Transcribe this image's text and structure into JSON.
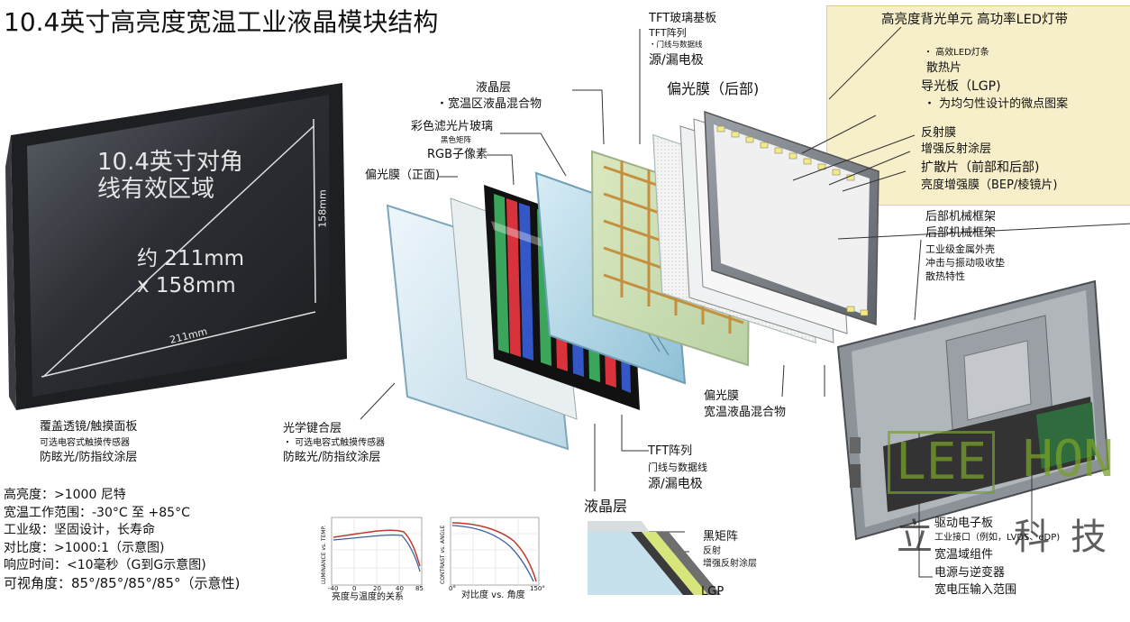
{
  "title": "10.4英寸高亮度宽温工业液晶模块结构",
  "monitor": {
    "diag_l1": "10.4英寸对角",
    "diag_l2": "线有效区域",
    "size_l1": "约 211mm",
    "size_l2": "x 158mm",
    "dim_h": "158mm",
    "dim_w": "211mm"
  },
  "callout": {
    "heading": "高亮度背光单元 高功率LED灯带",
    "lines": [
      "・ 高效LED灯条",
      "散热片",
      "导光板（LGP)",
      "・ 为均匀性设计的微点图案",
      "反射膜",
      "增强反射涂层",
      "扩散片（前部和后部)",
      "亮度增强膜（BEP/棱镜片)"
    ]
  },
  "labels": {
    "tft_glass": "TFT玻璃基板",
    "tft_array": "TFT阵列",
    "gate_data": "・门线与数据线",
    "src_drain": "源/漏电极",
    "polarizer_rear": "偏光膜（后部)",
    "lc_layer": "液晶层",
    "lc_mix": "・宽温区液晶混合物",
    "color_filter": "彩色滤光片玻璃",
    "black_matrix": "黑色矩阵",
    "rgb": "RGB子像素",
    "polarizer_front": "偏光膜（正面)",
    "rear_frame1": "后部机械框架",
    "rear_frame2": "后部机械框架",
    "metal_shell": "工业级金属外壳",
    "shock": "冲击与振动吸收垫",
    "heat": "散热特性",
    "cover1": "覆盖透镜/触摸面板",
    "cover2": "可选电容式触摸传感器",
    "cover3": "防眩光/防指纹涂层",
    "bond1": "光学键合层",
    "bond2": "・ 可选电容式触摸传感器",
    "bond3": "防眩光/防指纹涂层",
    "pol2_1": "偏光膜",
    "pol2_2": "宽温液晶混合物",
    "tft2_1": "TFT阵列",
    "tft2_2": "门线与数据线",
    "tft2_3": "源/漏电极",
    "lc2": "液晶层",
    "bm": "黑矩阵",
    "refl": "反射",
    "refl2": "增强反射涂层",
    "lgp": "LGP",
    "drv1": "驱动电子板",
    "drv2": "工业接口（例如，LVDS、eDP)",
    "drv3": "宽温域组件",
    "drv4": "电源与逆变器",
    "drv5": "宽电压输入范围"
  },
  "specs": [
    "高亮度：>1000 尼特",
    "宽温工作范围：-30°C 至 +85°C",
    "工业级：坚固设计，长寿命",
    "对比度：>1000:1（示意图)",
    "响应时间：<10毫秒（G到G示意图)",
    "可视角度：85°/85°/85°/85°（示意性)"
  ],
  "chart1": {
    "caption": "亮度与温度的关系",
    "ylabel": "LUMINANCE vs. TEMP.",
    "ticks": [
      "-40",
      "0",
      "20",
      "40",
      "85"
    ]
  },
  "chart2": {
    "caption": "对比度 vs. 角度",
    "ylabel": "CONTRAST vs. ANGLE",
    "ticks": [
      "0°",
      "150°"
    ]
  },
  "watermark": {
    "l1": "LEE",
    "l2": "HON",
    "l3": "立",
    "l4": "科",
    "l5": "技"
  }
}
